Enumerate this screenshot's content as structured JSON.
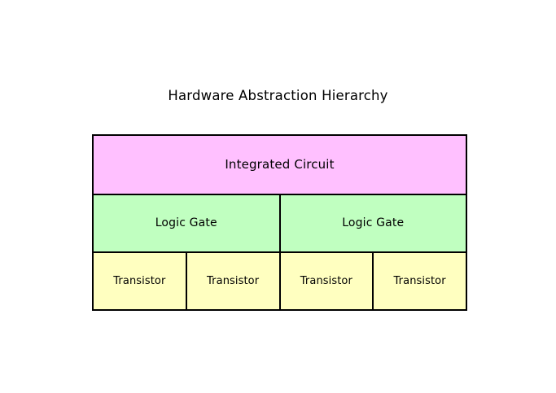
{
  "diagram": {
    "title": "Hardware Abstraction Hierarchy",
    "background_color": "#ffffff",
    "border_color": "#000000",
    "text_color": "#000000",
    "tiers": [
      {
        "name": "integrated-circuit",
        "fill_color": "#ffc0ff",
        "cell_count": 1,
        "cells": [
          {
            "label": "Integrated Circuit"
          }
        ]
      },
      {
        "name": "logic-gate",
        "fill_color": "#c0ffc0",
        "cell_count": 2,
        "cells": [
          {
            "label": "Logic Gate"
          },
          {
            "label": "Logic Gate"
          }
        ]
      },
      {
        "name": "transistor",
        "fill_color": "#ffffc0",
        "cell_count": 4,
        "cells": [
          {
            "label": "Transistor"
          },
          {
            "label": "Transistor"
          },
          {
            "label": "Transistor"
          },
          {
            "label": "Transistor"
          }
        ]
      }
    ]
  }
}
